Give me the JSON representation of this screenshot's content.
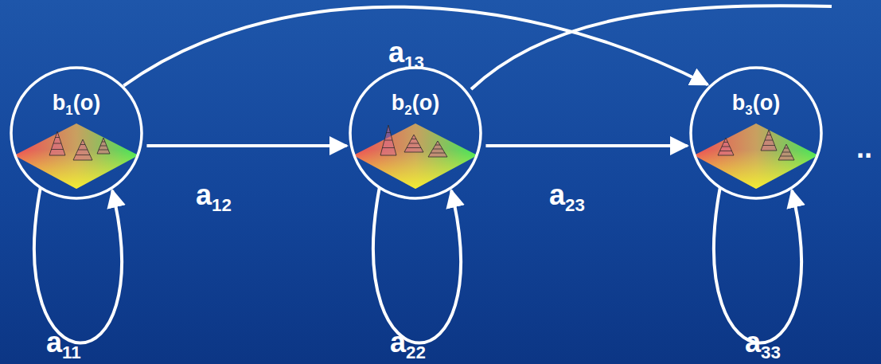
{
  "diagram": {
    "nodes": [
      {
        "text": [
          "b1(o)"
        ]
      },
      {
        "text": [
          "b2(o)"
        ]
      },
      {
        "text": [
          "b3(o)"
        ]
      }
    ],
    "edges": [
      {
        "from": 0,
        "to": 0,
        "label": "a11",
        "arrow": "to"
      },
      {
        "from": 0,
        "to": 1,
        "label": "a12",
        "arrow": "to"
      },
      {
        "from": 0,
        "to": 2,
        "label": "a13",
        "arrow": "to"
      },
      {
        "from": 1,
        "to": 1,
        "label": "a22",
        "arrow": "to"
      },
      {
        "from": 1,
        "to": 2,
        "label": "a23",
        "arrow": "to"
      },
      {
        "from": 2,
        "to": 2,
        "label": "a33",
        "arrow": "to"
      }
    ],
    "labels": [
      ".."
    ]
  }
}
